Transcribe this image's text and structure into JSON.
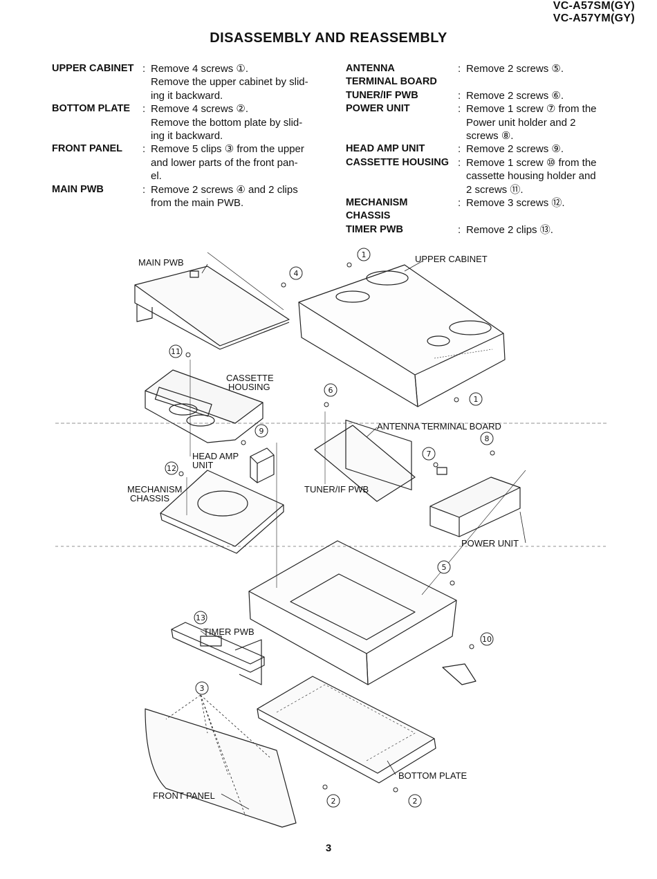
{
  "header": {
    "model_line_1": "VC-A57SM(GY)",
    "model_line_2": "VC-A57YM(GY)",
    "title": "DISASSEMBLY AND REASSEMBLY"
  },
  "steps_left": [
    {
      "label": "UPPER CABINET",
      "colon": ":",
      "text": "Remove 4 screws ①.\nRemove the upper cabinet by slid-\ning it backward."
    },
    {
      "label": "BOTTOM PLATE",
      "colon": ":",
      "text": "Remove 4 screws ②.\nRemove the bottom plate by slid-\ning it backward."
    },
    {
      "label": "FRONT PANEL",
      "colon": ":",
      "text": "Remove 5 clips ③ from the upper\nand lower parts of the front pan-\nel."
    },
    {
      "label": "MAIN PWB",
      "colon": ":",
      "text": "Remove 2 screws ④ and 2 clips\nfrom the main PWB."
    }
  ],
  "steps_right": [
    {
      "label": "ANTENNA\nTERMINAL BOARD",
      "colon": ":",
      "text": "Remove 2 screws ⑤."
    },
    {
      "label": "TUNER/IF PWB",
      "colon": ":",
      "text": "Remove 2 screws ⑥."
    },
    {
      "label": "POWER UNIT",
      "colon": ":",
      "text": "Remove 1 screw ⑦ from the\nPower unit holder and 2\nscrews ⑧."
    },
    {
      "label": "HEAD AMP UNIT",
      "colon": ":",
      "text": "Remove 2 screws ⑨."
    },
    {
      "label": "CASSETTE HOUSING",
      "colon": ":",
      "text": "Remove 1 screw ⑩ from the\ncassette housing holder and\n2 screws ⑪."
    },
    {
      "label": "MECHANISM\nCHASSIS",
      "colon": ":",
      "text": "Remove 3 screws ⑫."
    },
    {
      "label": "TIMER PWB",
      "colon": ":",
      "text": "Remove 2 clips ⑬."
    }
  ],
  "diagram_labels": {
    "main_pwb": "MAIN PWB",
    "upper_cabinet": "UPPER CABINET",
    "cassette_housing_1": "CASSETTE",
    "cassette_housing_2": "HOUSING",
    "antenna_terminal_board": "ANTENNA TERMINAL BOARD",
    "head_amp_1": "HEAD AMP",
    "head_amp_2": "UNIT",
    "mechanism_chassis_1": "MECHANISM",
    "mechanism_chassis_2": "CHASSIS",
    "tuner_if_pwb": "TUNER/IF PWB",
    "power_unit": "POWER UNIT",
    "timer_pwb": "TIMER PWB",
    "bottom_plate": "BOTTOM PLATE",
    "front_panel": "FRONT PANEL"
  },
  "callout_numbers": {
    "n1": "1",
    "n2": "2",
    "n3": "3",
    "n4": "4",
    "n5": "5",
    "n6": "6",
    "n7": "7",
    "n8": "8",
    "n9": "9",
    "n10": "10",
    "n11": "11",
    "n12": "12",
    "n13": "13"
  },
  "page_number": "3"
}
